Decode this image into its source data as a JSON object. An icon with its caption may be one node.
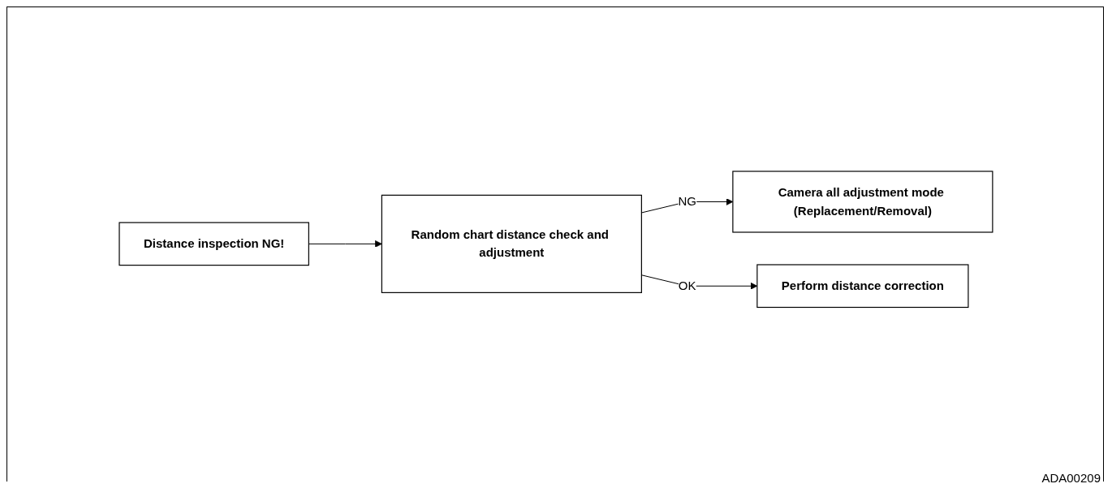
{
  "diagram": {
    "nodes": [
      {
        "text": [
          "Distance inspection NG!"
        ]
      },
      {
        "text": [
          "Random chart distance check and adjustment"
        ]
      },
      {
        "text": [
          "Camera all adjustment mode (Replacement/Removal)"
        ]
      },
      {
        "text": [
          "Perform distance correction"
        ]
      }
    ],
    "edges": [
      {
        "from": 0,
        "to": 1,
        "arrow": "to"
      },
      {
        "from": 1,
        "to": 2,
        "arrow": "to",
        "label": "NG"
      },
      {
        "from": 1,
        "to": 3,
        "arrow": "to",
        "label": "OK"
      }
    ],
    "labels": [
      "ADA00209"
    ]
  }
}
